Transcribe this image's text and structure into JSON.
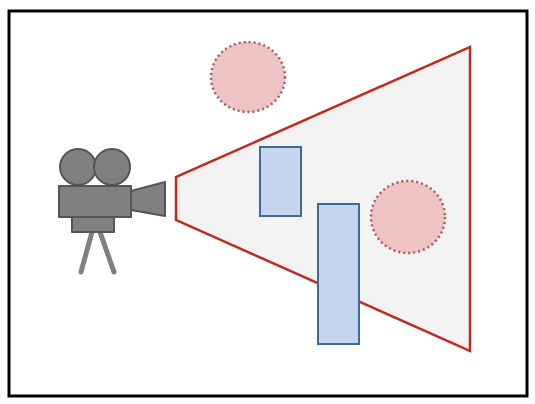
{
  "diagram": {
    "elements": {
      "frame": "frame-border",
      "camera": "video-camera-icon",
      "view_frustum": "camera-view-frustum",
      "occluders": [
        "occluder-rect-small",
        "occluder-rect-tall"
      ],
      "targets": [
        "target-circle-outside",
        "target-circle-inside"
      ]
    },
    "colors": {
      "frame_border": "#000000",
      "camera_fill": "#808080",
      "camera_stroke": "#555555",
      "frustum_fill": "#f3f3f3",
      "frustum_stroke": "#c0291f",
      "occluder_fill": "#c5d6ee",
      "occluder_stroke": "#3f6a99",
      "target_fill": "#eec3c3",
      "target_stroke": "#b05757"
    }
  }
}
